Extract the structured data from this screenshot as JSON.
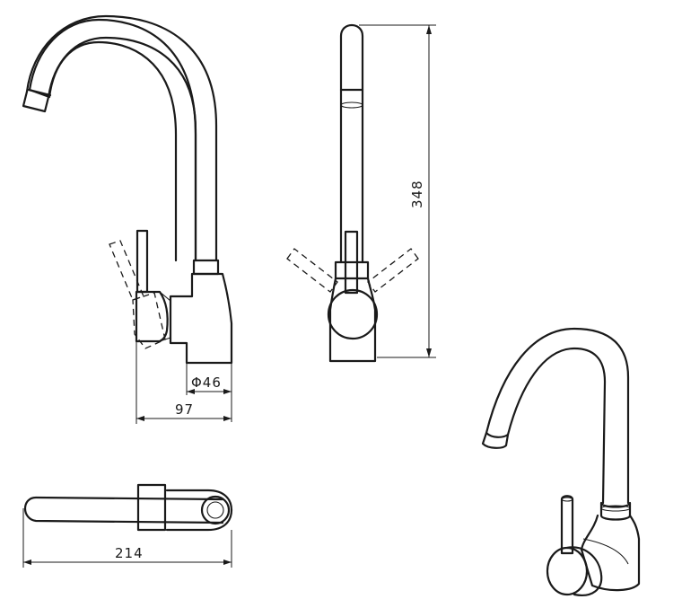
{
  "dimensions": {
    "diameter": "Φ46",
    "depth": "97",
    "height": "348",
    "length": "214"
  },
  "colors": {
    "line": "#1a1a1a",
    "background": "#ffffff"
  }
}
